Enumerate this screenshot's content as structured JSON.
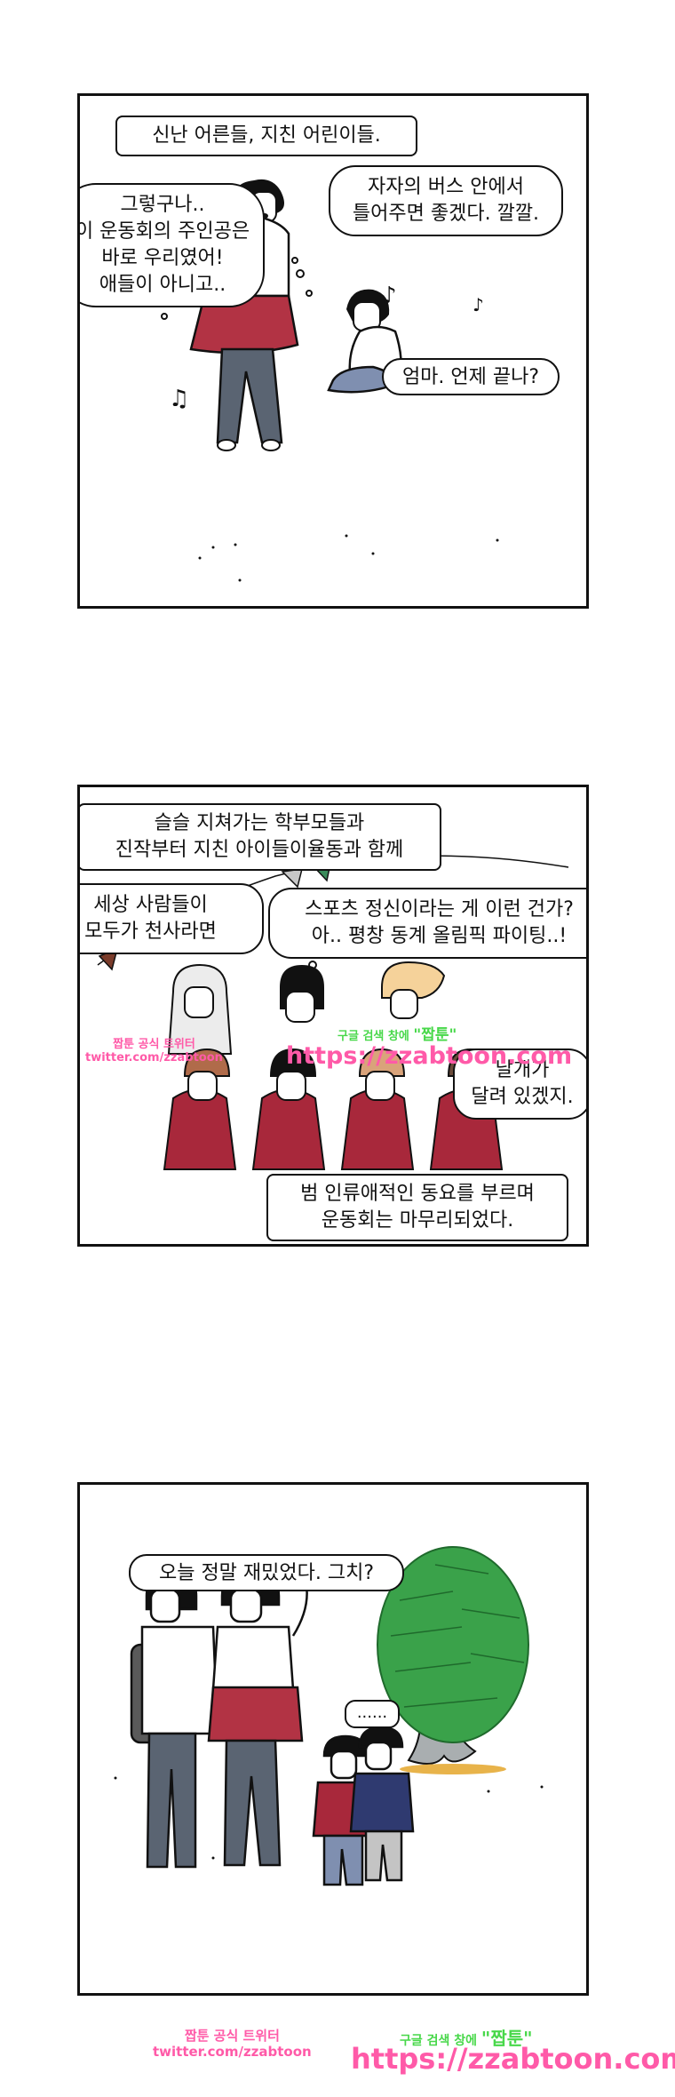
{
  "panel1": {
    "caption": "신난 어른들, 지친 어린이들.",
    "bubble_left": "그렇구나..\n이 운동회의 주인공은\n바로 우리였어!\n애들이 아니고..",
    "bubble_right": "자자의 버스 안에서\n틀어주면 좋겠다. 깔깔.",
    "bubble_kid": "엄마. 언제 끝나?",
    "music_note": "♪",
    "music_note_2": "♫"
  },
  "panel2": {
    "caption_top": "슬슬 지쳐가는 학부모들과\n진작부터 지친 아이들이율동과 함께",
    "bubble_left": "세상 사람들이\n모두가 천사라면",
    "bubble_center": "스포츠 정신이라는 게 이런 건가?\n아.. 평창 동계 올림픽 파이팅..!",
    "bubble_right": "날개가\n달려 있겠지.",
    "caption_bottom": "범 인류애적인 동요를 부르며\n운동회는 마무리되었다."
  },
  "panel3": {
    "bubble_top": "오늘 정말 재밌었다. 그치?",
    "bubble_kid": "......"
  },
  "watermarks": {
    "mid_pink_line1": "짭툰 공식 트위터",
    "mid_pink_line2": "twitter.com/zzabtoon",
    "mid_green_line1": "구글 검색 창에",
    "mid_green_brand": "\"짭툰\"",
    "mid_url": "https://zzabtoon.com",
    "bottom_pink_line1": "짭툰 공식 트위터",
    "bottom_pink_line2": "twitter.com/zzabtoon",
    "bottom_green_line1": "구글 검색 창에",
    "bottom_green_brand": "\"짭툰\"",
    "bottom_url": "https://zzabtoon.com"
  },
  "colors": {
    "skirt_red": "#b23344",
    "shirt_red": "#a8283b",
    "pants_gray": "#5a6472",
    "jacket_navy": "#2f3a70",
    "tree_green": "#3aa24a",
    "pink": "#ff5aa8",
    "green": "#48d84a",
    "blue_light": "#7f8fb0"
  }
}
